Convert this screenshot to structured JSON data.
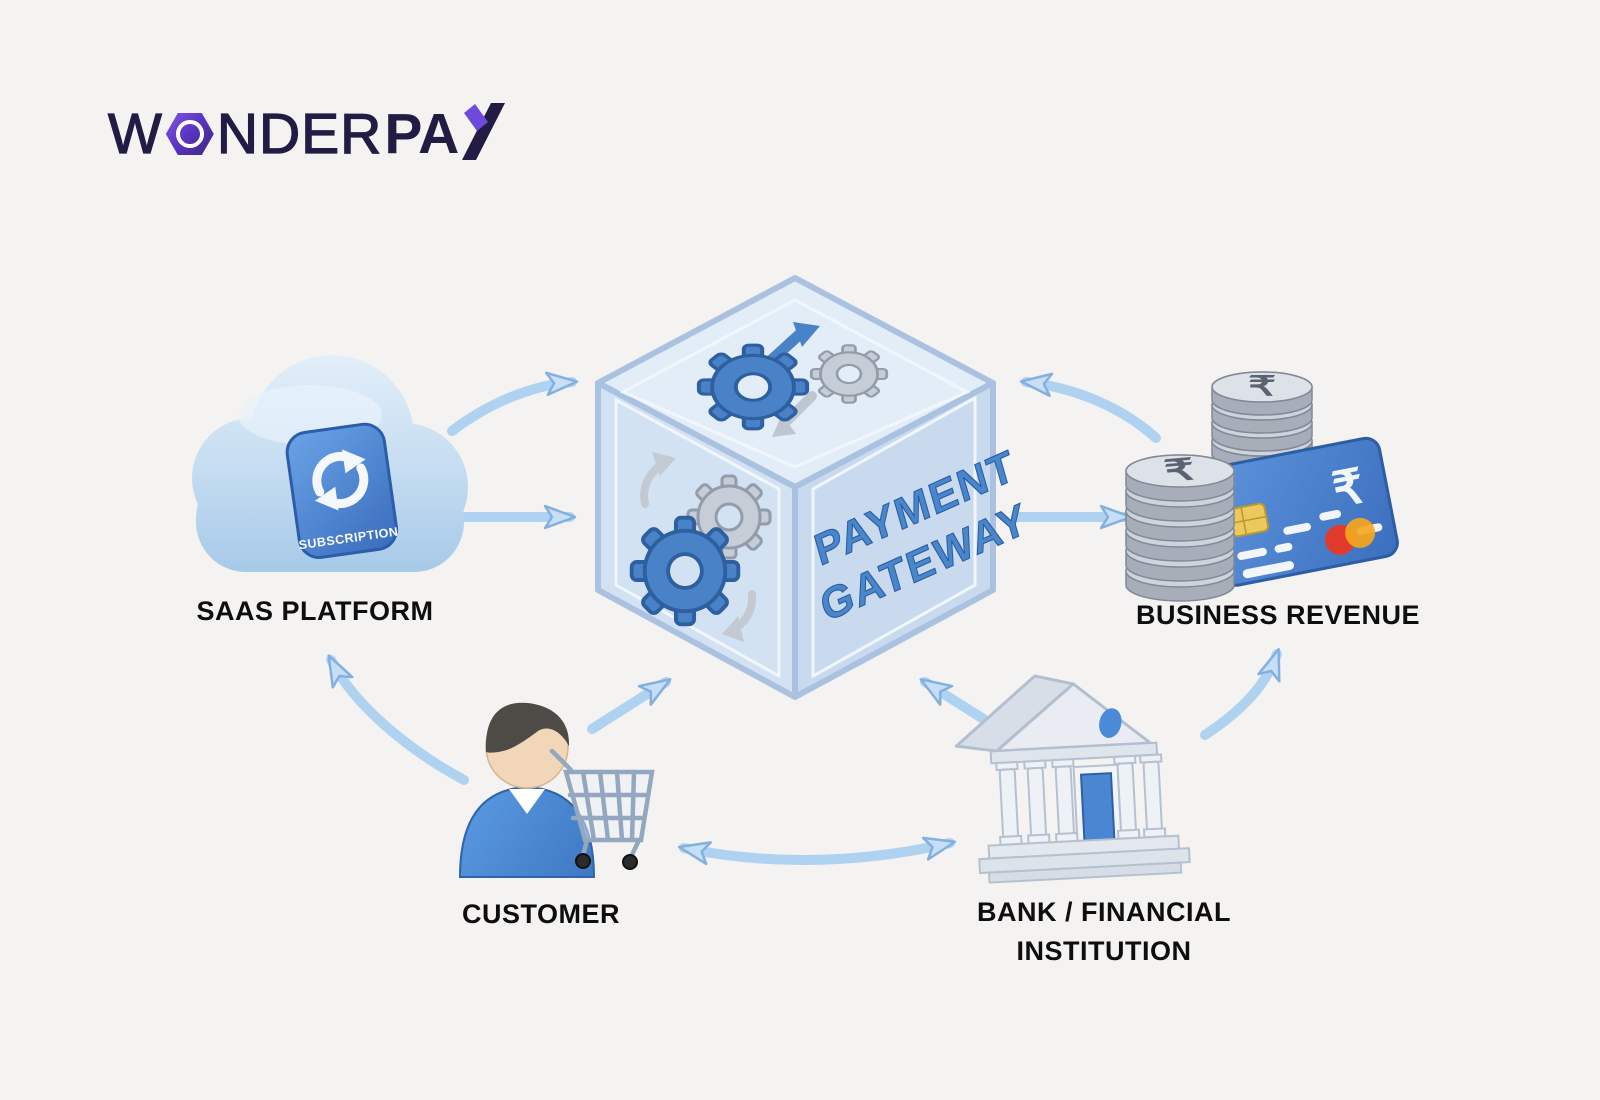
{
  "logo": {
    "word_prefix": "W",
    "word_middle": "NDER",
    "word_bold": "PA",
    "word_bold_last": "Y",
    "hexagon_color": "#5b35c0",
    "text_color": "#221c44"
  },
  "diagram": {
    "nodes": [
      {
        "id": "saas-platform",
        "label": "SAAS PLATFORM",
        "icon": "cloud-subscription-icon",
        "badge_text": "SUBSCRIPTION"
      },
      {
        "id": "payment-gateway",
        "label_line1": "PAYMENT",
        "label_line2": "GATEWAY",
        "icon": "gears-cube-icon"
      },
      {
        "id": "business-revenue",
        "label": "BUSINESS REVENUE",
        "icon": "rupee-coins-card-icon",
        "currency_symbol": "₹"
      },
      {
        "id": "customer",
        "label": "CUSTOMER",
        "icon": "person-shopping-cart-icon"
      },
      {
        "id": "bank",
        "label_line1": "BANK / FINANCIAL",
        "label_line2": "INSTITUTION",
        "icon": "bank-building-icon"
      }
    ],
    "connections": [
      {
        "from": "saas-platform",
        "to": "payment-gateway",
        "type": "one-way",
        "style": "curved"
      },
      {
        "from": "saas-platform",
        "to": "payment-gateway",
        "type": "one-way",
        "style": "straight"
      },
      {
        "from": "business-revenue",
        "to": "payment-gateway",
        "type": "one-way",
        "style": "curved"
      },
      {
        "from": "payment-gateway",
        "to": "business-revenue",
        "type": "one-way",
        "style": "straight"
      },
      {
        "from": "customer",
        "to": "payment-gateway",
        "type": "one-way",
        "style": "straight"
      },
      {
        "from": "bank",
        "to": "payment-gateway",
        "type": "one-way",
        "style": "straight"
      },
      {
        "from": "customer",
        "to": "bank",
        "type": "two-way",
        "style": "curved"
      },
      {
        "from": "customer",
        "to": "saas-platform",
        "type": "one-way",
        "style": "curved"
      },
      {
        "from": "bank",
        "to": "business-revenue",
        "type": "one-way",
        "style": "curved"
      }
    ]
  },
  "colors": {
    "background": "#f4f3f1",
    "arrow": "#b0d2f1",
    "arrow_edge": "#84b0e0",
    "cube_text": "#4a86cc",
    "label_text": "#0e0e0e",
    "brand_purple": "#5b35c0",
    "brand_navy": "#221c44"
  }
}
